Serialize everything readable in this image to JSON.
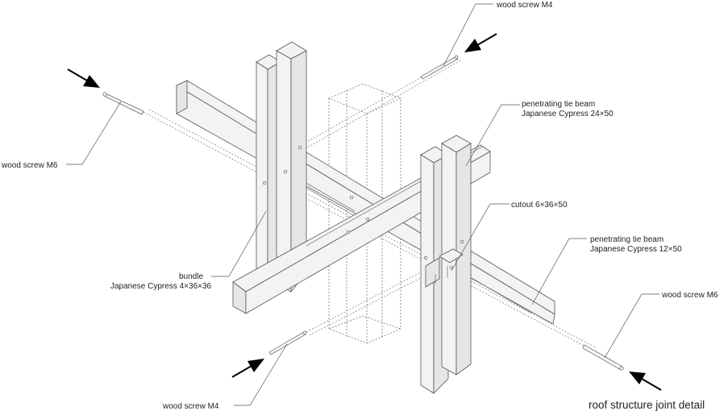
{
  "labels": {
    "screw_top_right": "wood screw  M4",
    "screw_top_left": "wood screw  M6",
    "beam_upper_name": "penetrating tie beam",
    "beam_upper_spec": "Japanese Cypress  24×50",
    "cutout": "cutout  6×36×50",
    "beam_lower_name": "penetrating tie beam",
    "beam_lower_spec": "Japanese Cypress  12×50",
    "screw_right": "wood screw  M6",
    "bundle_name": "bundle",
    "bundle_spec": "Japanese Cypress  4×36×36",
    "screw_bottom": "wood screw  M4"
  },
  "title": "roof structure joint detail",
  "colors": {
    "line": "#555555",
    "fill": "#f3f3f3",
    "shade": "#e6e6e6",
    "text": "#222222"
  },
  "icons": [
    "arrow-icon",
    "arrow-icon",
    "arrow-icon",
    "arrow-icon"
  ]
}
